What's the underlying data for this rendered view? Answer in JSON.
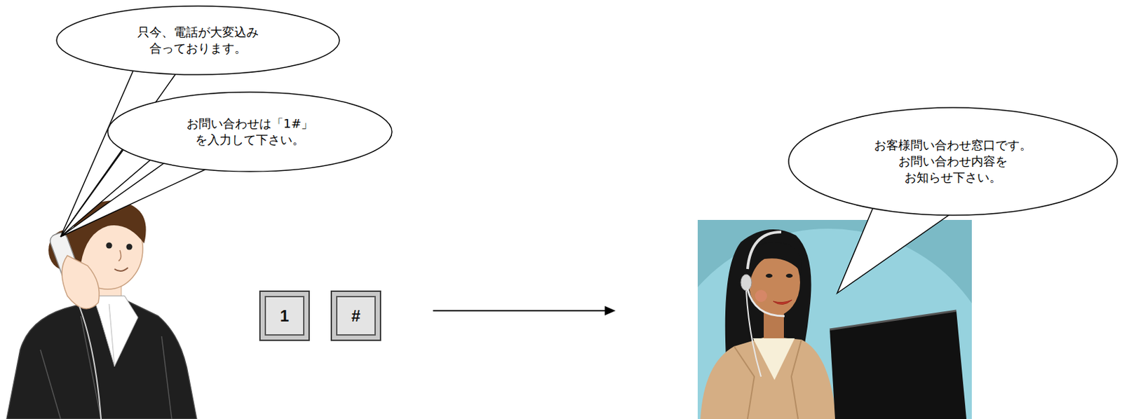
{
  "diagram": {
    "nodes": [
      {
        "text": [
          "只今、電話が大変込み 合っております。"
        ]
      },
      {
        "text": [
          "お問い合わせは「1#」 を入力して下さい。"
        ]
      },
      {
        "text": [
          "1"
        ]
      },
      {
        "text": [
          "#"
        ]
      },
      {
        "text": [
          "お客様問い合わせ窓口です。 お問い合わせ内容を お知らせ下さい。"
        ]
      }
    ]
  }
}
